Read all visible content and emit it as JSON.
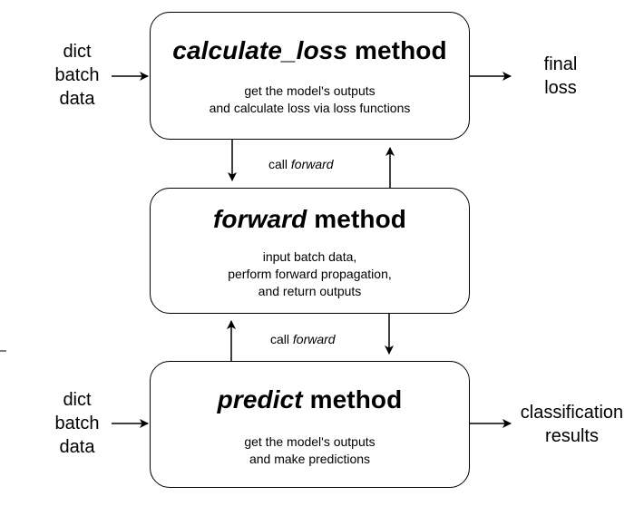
{
  "calculate_loss": {
    "title_em": "calculate_loss",
    "title_rest": " method",
    "desc_line1": "get the model's outputs",
    "desc_line2": "and calculate loss via loss functions",
    "input_line1": "dict",
    "input_line2": "batch",
    "input_line3": "data",
    "output_line1": "final",
    "output_line2": "loss"
  },
  "forward": {
    "title_em": "forward",
    "title_rest": " method",
    "desc_line1": "input batch data,",
    "desc_line2": "perform forward propagation,",
    "desc_line3": "and return outputs"
  },
  "predict": {
    "title_em": "predict",
    "title_rest": " method",
    "desc_line1": "get the model's outputs",
    "desc_line2": "and make predictions",
    "input_line1": "dict",
    "input_line2": "batch",
    "input_line3": "data",
    "output_line1": "classification",
    "output_line2": "results"
  },
  "call_top": {
    "prefix": "call ",
    "em": "forward"
  },
  "call_bottom": {
    "prefix": "call ",
    "em": "forward"
  }
}
